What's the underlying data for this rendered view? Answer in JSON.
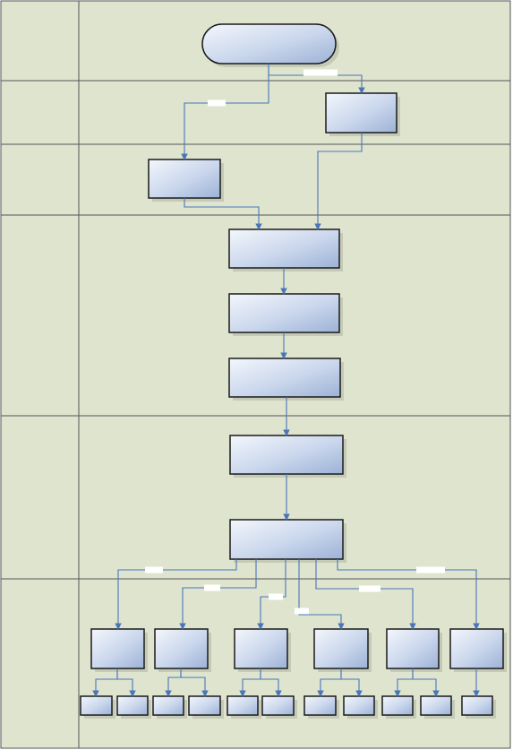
{
  "colors": {
    "background": "#dfe4cf",
    "lane_border": "#555555",
    "node_fill_light": "#f4f7fc",
    "node_fill_dark": "#9cb2d6",
    "node_border": "#1a1a1a",
    "connector": "#4a76b8",
    "label_bg": "#ffffff"
  },
  "lanes": [
    {
      "name": ""
    },
    {
      "name": ""
    },
    {
      "name": ""
    },
    {
      "name": ""
    },
    {
      "name": ""
    },
    {
      "name": ""
    }
  ],
  "nodes": [
    {
      "id": "start",
      "shape": "terminator",
      "label": ""
    },
    {
      "id": "right-step",
      "shape": "process",
      "label": ""
    },
    {
      "id": "left-step",
      "shape": "process",
      "label": ""
    },
    {
      "id": "merge-step",
      "shape": "process",
      "label": ""
    },
    {
      "id": "step-2",
      "shape": "process",
      "label": ""
    },
    {
      "id": "step-3",
      "shape": "process",
      "label": ""
    },
    {
      "id": "step-4",
      "shape": "process",
      "label": ""
    },
    {
      "id": "distribute",
      "shape": "process",
      "label": ""
    },
    {
      "id": "branch-1",
      "shape": "process",
      "label": ""
    },
    {
      "id": "branch-2",
      "shape": "process",
      "label": ""
    },
    {
      "id": "branch-3",
      "shape": "process",
      "label": ""
    },
    {
      "id": "branch-4",
      "shape": "process",
      "label": ""
    },
    {
      "id": "branch-5",
      "shape": "process",
      "label": ""
    },
    {
      "id": "branch-6",
      "shape": "process",
      "label": ""
    },
    {
      "id": "leaf-1a",
      "shape": "process",
      "label": ""
    },
    {
      "id": "leaf-1b",
      "shape": "process",
      "label": ""
    },
    {
      "id": "leaf-2a",
      "shape": "process",
      "label": ""
    },
    {
      "id": "leaf-2b",
      "shape": "process",
      "label": ""
    },
    {
      "id": "leaf-3a",
      "shape": "process",
      "label": ""
    },
    {
      "id": "leaf-3b",
      "shape": "process",
      "label": ""
    },
    {
      "id": "leaf-4a",
      "shape": "process",
      "label": ""
    },
    {
      "id": "leaf-4b",
      "shape": "process",
      "label": ""
    },
    {
      "id": "leaf-5a",
      "shape": "process",
      "label": ""
    },
    {
      "id": "leaf-5b",
      "shape": "process",
      "label": ""
    },
    {
      "id": "leaf-6a",
      "shape": "process",
      "label": ""
    }
  ],
  "edges": [
    {
      "from": "start",
      "to": "right-step",
      "label": ""
    },
    {
      "from": "start",
      "to": "left-step",
      "label": ""
    },
    {
      "from": "left-step",
      "to": "merge-step",
      "label": ""
    },
    {
      "from": "right-step",
      "to": "merge-step",
      "label": ""
    },
    {
      "from": "merge-step",
      "to": "step-2",
      "label": ""
    },
    {
      "from": "step-2",
      "to": "step-3",
      "label": ""
    },
    {
      "from": "step-3",
      "to": "step-4",
      "label": ""
    },
    {
      "from": "step-4",
      "to": "distribute",
      "label": ""
    },
    {
      "from": "distribute",
      "to": "branch-1",
      "label": ""
    },
    {
      "from": "distribute",
      "to": "branch-2",
      "label": ""
    },
    {
      "from": "distribute",
      "to": "branch-3",
      "label": ""
    },
    {
      "from": "distribute",
      "to": "branch-4",
      "label": ""
    },
    {
      "from": "distribute",
      "to": "branch-5",
      "label": ""
    },
    {
      "from": "distribute",
      "to": "branch-6",
      "label": ""
    },
    {
      "from": "branch-1",
      "to": "leaf-1a",
      "label": ""
    },
    {
      "from": "branch-1",
      "to": "leaf-1b",
      "label": ""
    },
    {
      "from": "branch-2",
      "to": "leaf-2a",
      "label": ""
    },
    {
      "from": "branch-2",
      "to": "leaf-2b",
      "label": ""
    },
    {
      "from": "branch-3",
      "to": "leaf-3a",
      "label": ""
    },
    {
      "from": "branch-3",
      "to": "leaf-3b",
      "label": ""
    },
    {
      "from": "branch-4",
      "to": "leaf-4a",
      "label": ""
    },
    {
      "from": "branch-4",
      "to": "leaf-4b",
      "label": ""
    },
    {
      "from": "branch-5",
      "to": "leaf-5a",
      "label": ""
    },
    {
      "from": "branch-5",
      "to": "leaf-5b",
      "label": ""
    },
    {
      "from": "branch-6",
      "to": "leaf-6a",
      "label": ""
    }
  ]
}
